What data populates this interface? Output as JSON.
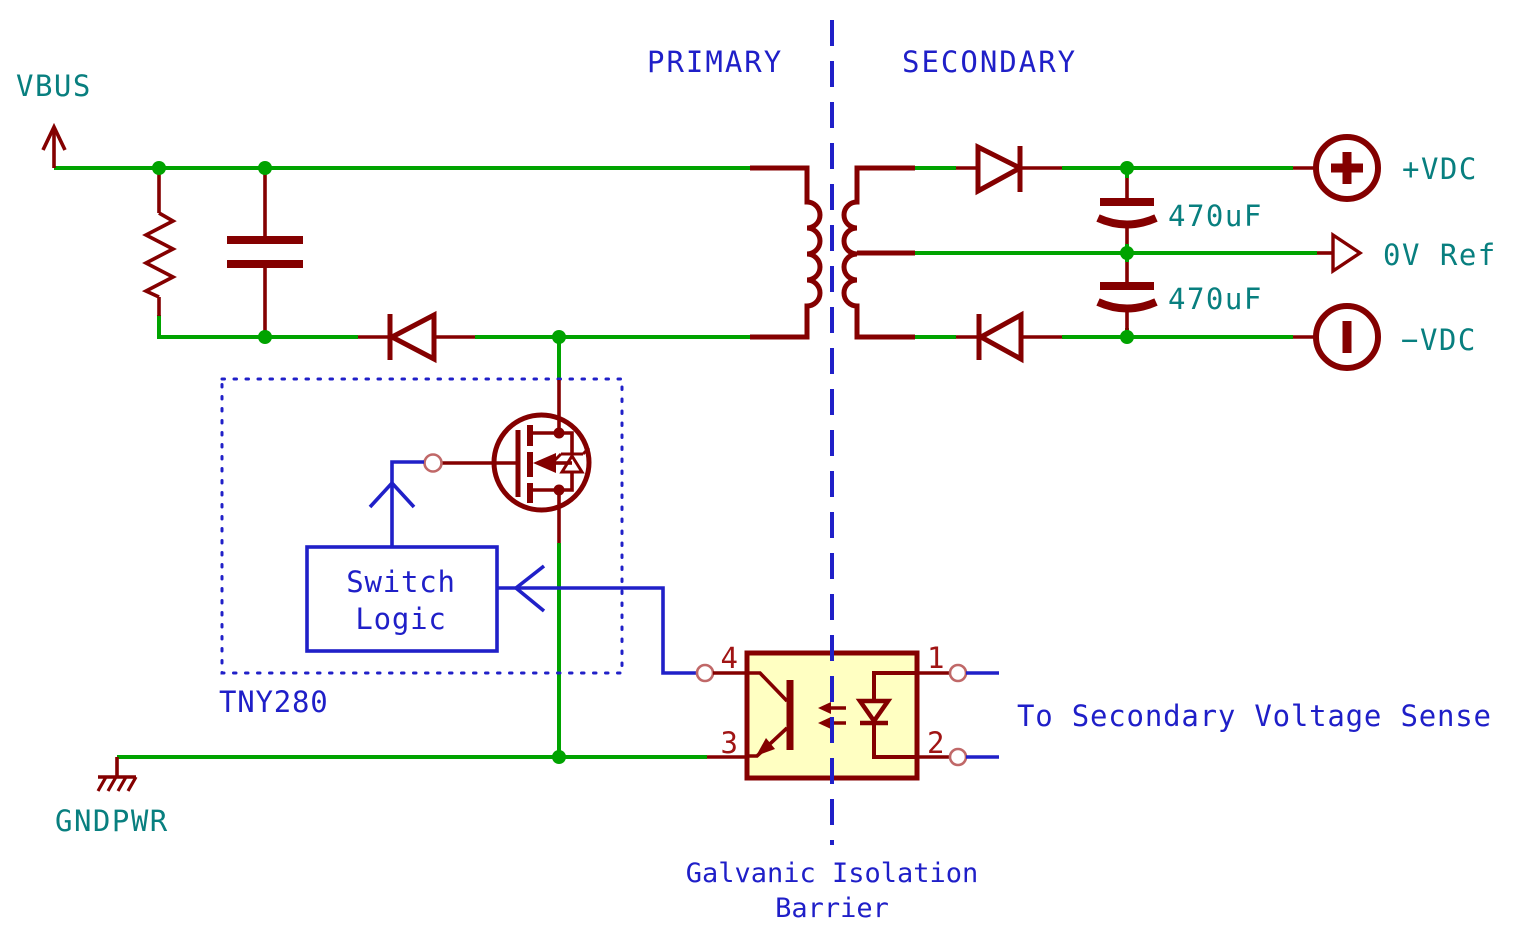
{
  "schematic": {
    "sections": {
      "primary": "PRIMARY",
      "secondary": "SECONDARY"
    },
    "nets": {
      "vbus": "VBUS",
      "gndpwr": "GNDPWR",
      "vdc_plus": "+VDC",
      "zero_ref": "0V Ref",
      "vdc_minus": "−VDC"
    },
    "components": {
      "controller": {
        "name": "TNY280",
        "logic_line1": "Switch",
        "logic_line2": "Logic"
      },
      "output_cap_top": {
        "value": "470uF"
      },
      "output_cap_bottom": {
        "value": "470uF"
      },
      "optocoupler": {
        "pin1": "1",
        "pin2": "2",
        "pin3": "3",
        "pin4": "4"
      }
    },
    "annotations": {
      "sense": "To Secondary Voltage Sense",
      "barrier_line1": "Galvanic Isolation",
      "barrier_line2": "Barrier"
    },
    "colors": {
      "wire_green": "#00A300",
      "symbol_maroon": "#840000",
      "note_blue": "#1F1FC8",
      "net_label_teal": "#087F7F",
      "optocoupler_fill": "#FFFFC2",
      "pin_number_red": "#A01414"
    }
  }
}
